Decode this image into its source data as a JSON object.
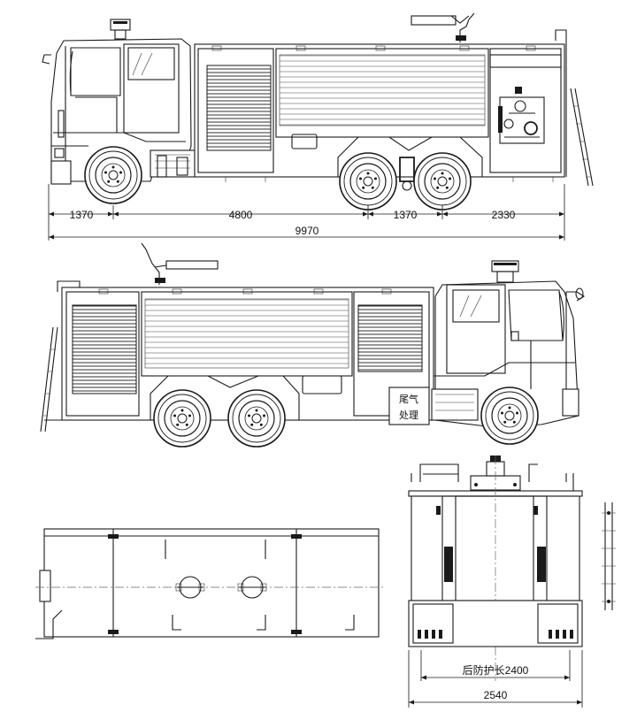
{
  "drawing": {
    "background": "#ffffff",
    "line_color": "#1a1a1a",
    "side_view_right": {
      "dimensions": [
        "1370",
        "4800",
        "1370",
        "2330"
      ],
      "overall": "9970"
    },
    "side_view_left": {
      "exhaust_label_line1": "尾气",
      "exhaust_label_line2": "处理"
    },
    "rear_view": {
      "guard_label": "后防护长2400",
      "width": "2540"
    }
  }
}
